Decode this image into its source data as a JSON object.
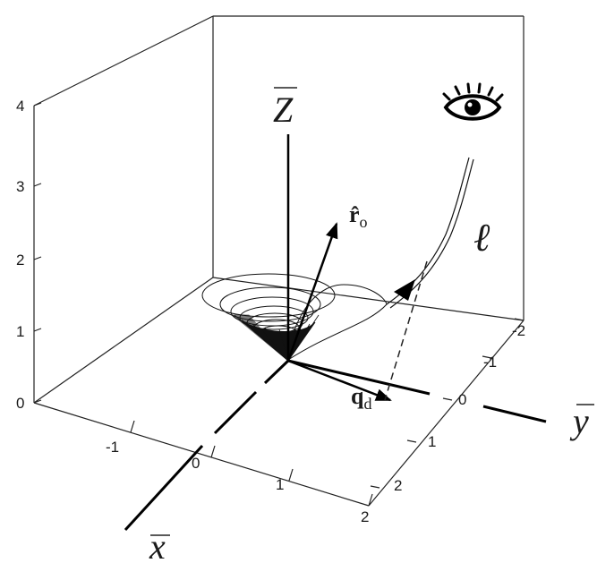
{
  "axes": {
    "z": {
      "label": "Z",
      "ticks": [
        "0",
        "1",
        "2",
        "3",
        "4"
      ]
    },
    "x": {
      "label": "x",
      "ticks": [
        "-1",
        "0",
        "1",
        "2"
      ]
    },
    "y": {
      "label": "y",
      "ticks": [
        "-2",
        "-1",
        "0",
        "1",
        "2"
      ]
    }
  },
  "vectors": {
    "r_hat": {
      "main": "r̂",
      "subscript": "o"
    },
    "q": {
      "main": "q",
      "subscript": "d"
    }
  },
  "curve_label": "ℓ",
  "icons": [
    "eye-icon"
  ]
}
